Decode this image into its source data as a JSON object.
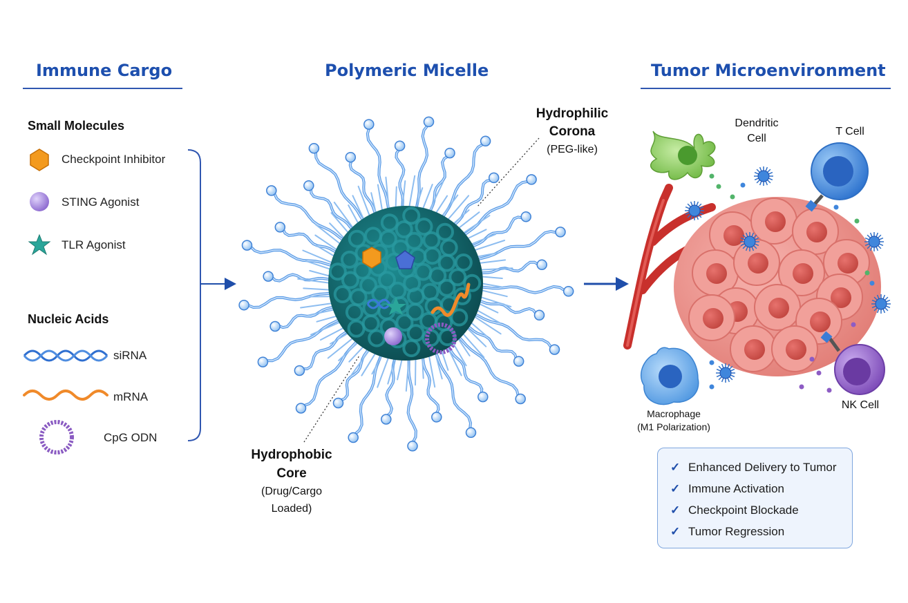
{
  "sections": {
    "cargo": {
      "title": "Immune Cargo"
    },
    "micelle": {
      "title": "Polymeric Micelle"
    },
    "tumor": {
      "title": "Tumor Microenvironment"
    }
  },
  "cargo": {
    "small_molecules": {
      "title": "Small Molecules",
      "items": [
        {
          "label": "Checkpoint Inhibitor",
          "icon": "orange-hexagon-icon",
          "color": "#f39a1e"
        },
        {
          "label": "STING Agonist",
          "icon": "purple-sphere-icon",
          "color": "#9c7fd6"
        },
        {
          "label": "TLR Agonist",
          "icon": "teal-star-icon",
          "color": "#2aa69a"
        }
      ]
    },
    "nucleic_acids": {
      "title": "Nucleic Acids",
      "items": [
        {
          "label": "siRNA",
          "icon": "double-helix-icon",
          "color": "#2f6fd0"
        },
        {
          "label": "mRNA",
          "icon": "wavy-strand-icon",
          "color": "#f08a2a"
        },
        {
          "label": "CpG ODN",
          "icon": "circular-dna-icon",
          "color": "#8a5bc2"
        }
      ]
    }
  },
  "micelle": {
    "corona_label": {
      "line1": "Hydrophilic",
      "line2": "Corona",
      "line3": "(PEG-like)"
    },
    "core_label": {
      "line1": "Hydrophobic",
      "line2": "Core",
      "line3": "(Drug/Cargo",
      "line4": "Loaded)"
    },
    "colors": {
      "core": "#0f5e63",
      "corona": "#4a8fe0",
      "bead": "#cfe4fb"
    }
  },
  "tumor": {
    "cells": {
      "dendritic": {
        "line1": "Dendritic",
        "line2": "Cell",
        "color": "#8ccf5a"
      },
      "t_cell": {
        "label": "T Cell",
        "color": "#3f86dc"
      },
      "macrophage": {
        "line1": "Macrophage",
        "line2": "(M1 Polarization)",
        "color": "#5aa3e8"
      },
      "nk_cell": {
        "label": "NK Cell",
        "color": "#8d5cc4"
      },
      "tumor_color": "#e8857f",
      "vessel_color": "#c8302c"
    },
    "outcomes": [
      "Enhanced Delivery to Tumor",
      "Immune Activation",
      "Checkpoint Blockade",
      "Tumor Regression"
    ]
  },
  "colors": {
    "title": "#1d4fae",
    "arrow": "#1f4eaa"
  }
}
